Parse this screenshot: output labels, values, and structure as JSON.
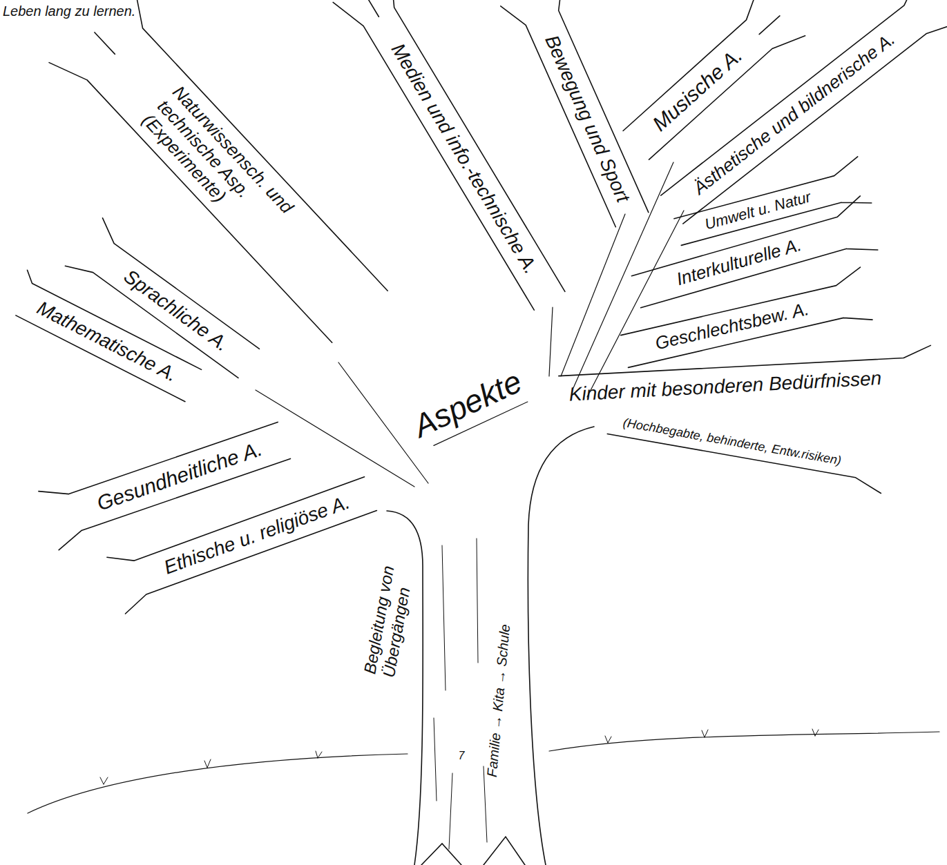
{
  "diagram": {
    "labels": [
      "Leben lang zu lernen.",
      "Naturwissensch. und technische Asp. (Experimente)",
      "Medien und info.-technische A.",
      "Bewegung und Sport",
      "Musische A.",
      "Ästhetische und bildnerische A.",
      "Umwelt u. Natur",
      "Interkulturelle A.",
      "Geschlechtsbew. A.",
      "Kinder mit besonderen Bedürfnissen",
      "(Hochbegabte, behinderte, Entw.risiken)",
      "Sprachliche A.",
      "Mathematische A.",
      "Gesundheitliche A.",
      "Ethische u. religiöse A.",
      "Aspekte",
      "Begleitung von Übergängen",
      "Familie → Kita → Schule",
      "7"
    ]
  }
}
